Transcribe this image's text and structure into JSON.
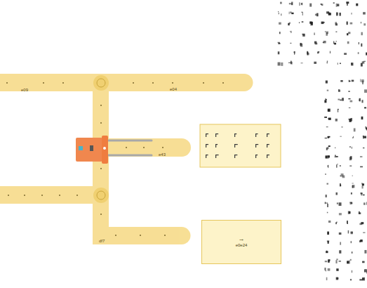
{
  "diagram": {
    "nodes": [
      {
        "text": [
          "→",
          "e0e24"
        ]
      }
    ],
    "labels": [
      "e09",
      "e04",
      "e43",
      "df7"
    ]
  }
}
